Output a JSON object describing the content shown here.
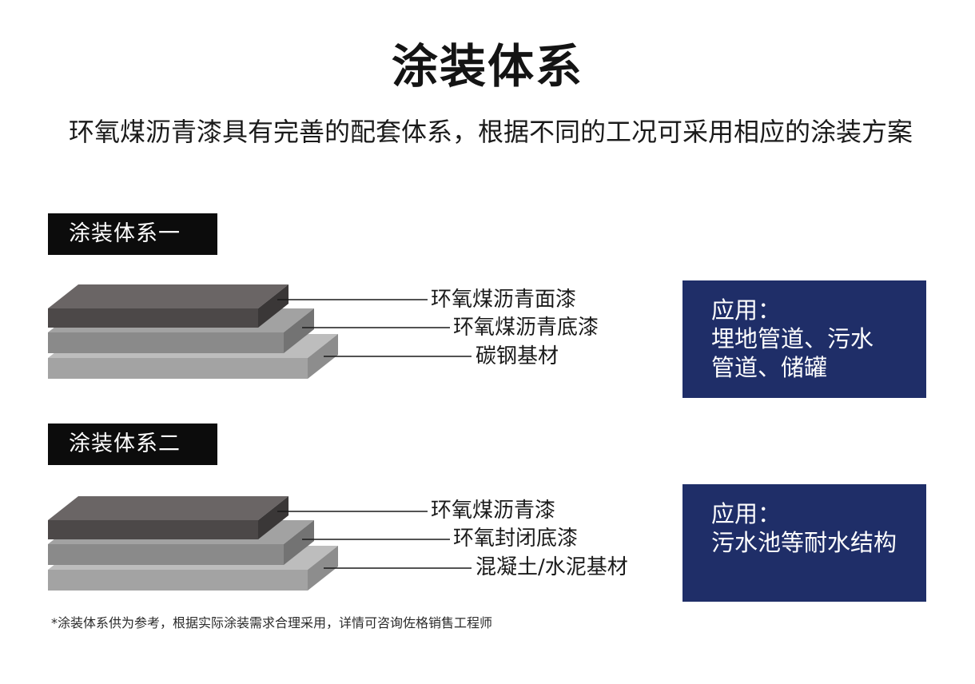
{
  "title": "涂装体系",
  "intro": "环氧煤沥青漆具有完善的配套体系，根据不同的工况可采用相应的涂装方案",
  "systems": [
    {
      "tag": "涂装体系一",
      "layers": [
        "环氧煤沥青面漆",
        "环氧煤沥青底漆",
        "碳钢基材"
      ],
      "application": {
        "heading": "应用：",
        "lines": [
          "埋地管道、污水",
          "管道、储罐"
        ]
      }
    },
    {
      "tag": "涂装体系二",
      "layers": [
        "环氧煤沥青漆",
        "环氧封闭底漆",
        "混凝土/水泥基材"
      ],
      "application": {
        "heading": "应用：",
        "lines": [
          "污水池等耐水结构"
        ]
      }
    }
  ],
  "footnote": "*涂装体系供为参考，根据实际涂装需求合理采用，详情可咨询佐格销售工程师",
  "colors": {
    "tag_bg": "#0c0c0c",
    "application_bg": "#1f2e68",
    "layer_top": "#5b5656",
    "layer_middle": "#8a8a8a",
    "layer_bottom": "#a3a3a3"
  }
}
